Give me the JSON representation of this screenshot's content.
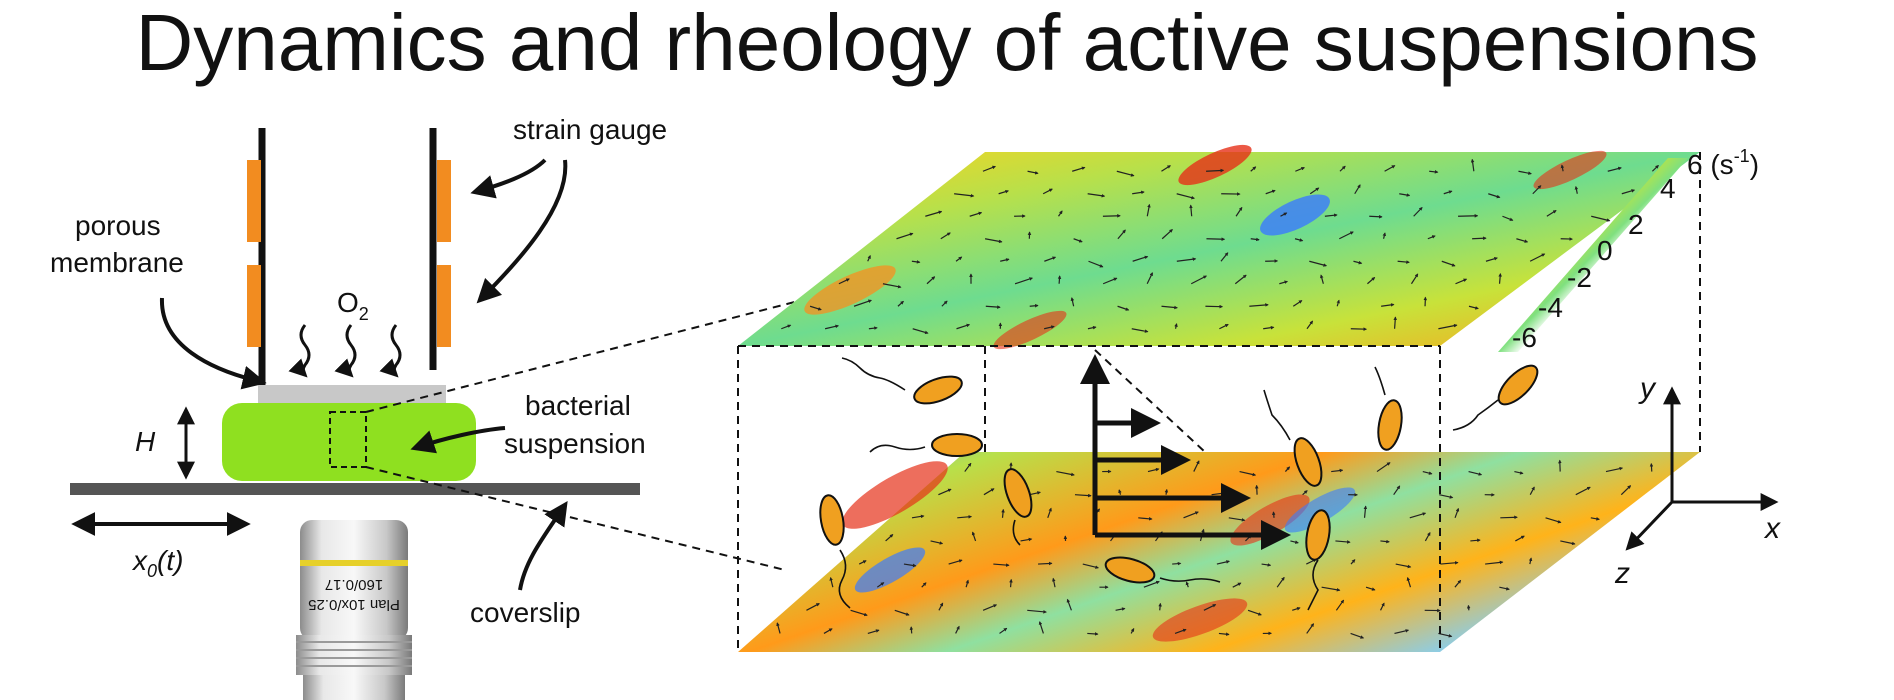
{
  "title": "Dynamics and rheology of active suspensions",
  "apparatus": {
    "strain_gauge": "strain gauge",
    "porous_line1": "porous",
    "porous_line2": "membrane",
    "o2_base": "O",
    "o2_sub": "2",
    "height_symbol": "H",
    "bacterial_line1": "bacterial",
    "bacterial_line2": "suspension",
    "displacement_base": "x",
    "displacement_sub": "0",
    "displacement_arg": "(t)",
    "coverslip": "coverslip",
    "objective_line1": "Plan 10x/0.25",
    "objective_line2": "160/0.17"
  },
  "colorbar": {
    "ticks": [
      "6 (s",
      "4",
      "2",
      "0",
      "-2",
      "-4",
      "-6"
    ],
    "unit_sup": "-1",
    "unit_close": ")",
    "colors": [
      "#7f0000",
      "#e81e0e",
      "#ff9a1a",
      "#dfe61e",
      "#7fe07f",
      "#ffffff",
      "#7fc7ff",
      "#2c5ce6",
      "#0a1fd6"
    ]
  },
  "axes": {
    "x": "x",
    "y": "y",
    "z": "z"
  },
  "colors": {
    "suspension": "#8fe020",
    "strain_gauge": "#f28c20",
    "membrane": "#c8c8c8",
    "coverslip": "#555555",
    "bacterium": "#f0a020"
  }
}
